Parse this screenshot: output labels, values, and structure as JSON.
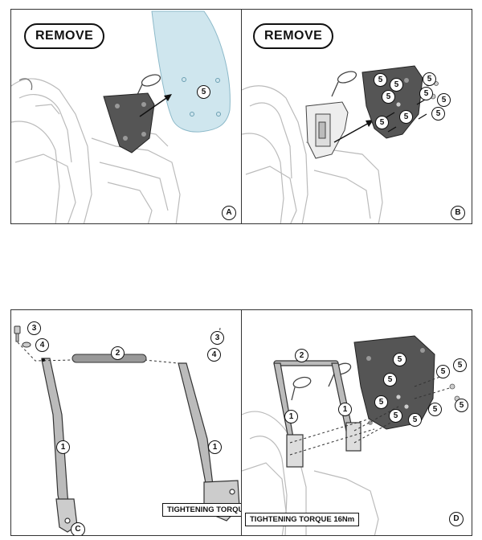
{
  "panels": {
    "a": {
      "letter": "A",
      "remove_label": "REMOVE",
      "callouts": [
        "5"
      ]
    },
    "b": {
      "letter": "B",
      "remove_label": "REMOVE",
      "callouts": [
        "5",
        "5",
        "5",
        "5",
        "5",
        "5",
        "5",
        "5",
        "5"
      ]
    },
    "c": {
      "letter": "C",
      "callouts": [
        "3",
        "4",
        "2",
        "1",
        "1",
        "3",
        "4"
      ],
      "torque_label": "TIGHTENING TORQUE"
    },
    "d": {
      "letter": "D",
      "callouts": [
        "2",
        "1",
        "1",
        "5",
        "5",
        "5",
        "5",
        "5",
        "5",
        "5",
        "5",
        "5"
      ],
      "torque_label": "TIGHTENING TORQUE 16Nm"
    }
  },
  "colors": {
    "windscreen": "#cfe6ee",
    "plate": "#555555",
    "line": "#333333"
  }
}
